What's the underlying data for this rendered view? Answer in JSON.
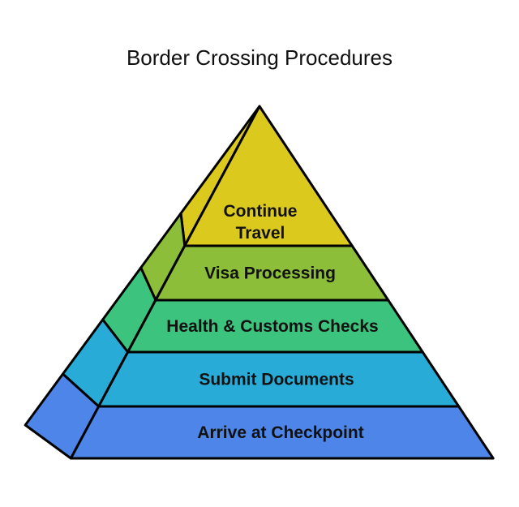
{
  "title": "Border Crossing Procedures",
  "canvas": {
    "background": "#ffffff",
    "stroke_color": "#000000",
    "text_color": "#111111"
  },
  "diagram": {
    "type": "pyramid",
    "direction": "top-down",
    "level_count": 5,
    "levels": [
      {
        "rank": 1,
        "label": "Continue Travel",
        "line1": "Continue",
        "line2": "Travel",
        "color": "#dbc91d"
      },
      {
        "rank": 2,
        "label": "Visa Processing",
        "color": "#8cbe3a"
      },
      {
        "rank": 3,
        "label": "Health & Customs Checks",
        "color": "#3cc47e"
      },
      {
        "rank": 4,
        "label": "Submit Documents",
        "color": "#29abd8"
      },
      {
        "rank": 5,
        "label": "Arrive at Checkpoint",
        "color": "#4d86e8"
      }
    ]
  }
}
